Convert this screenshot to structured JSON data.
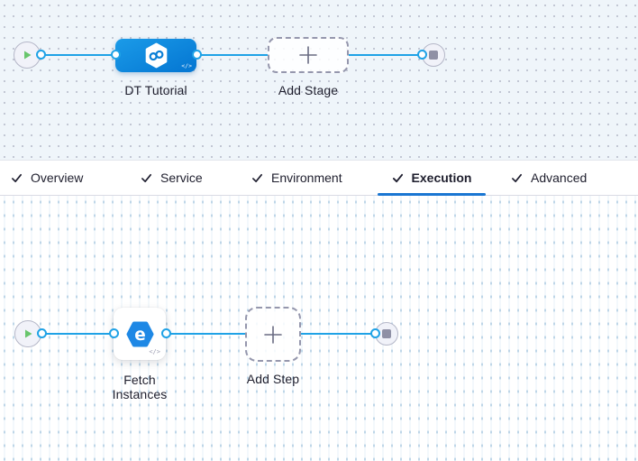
{
  "stage_graph": {
    "start_icon": "play-icon",
    "end_icon": "stop-icon",
    "stage": {
      "label": "DT Tutorial",
      "icon": "pipeline-infinity-icon",
      "code_badge": "</>"
    },
    "add_stage": {
      "label": "Add Stage",
      "icon": "plus-icon"
    }
  },
  "tabs": [
    {
      "label": "Overview",
      "checked": true,
      "active": false
    },
    {
      "label": "Service",
      "checked": true,
      "active": false
    },
    {
      "label": "Environment",
      "checked": true,
      "active": false
    },
    {
      "label": "Execution",
      "checked": true,
      "active": true
    },
    {
      "label": "Advanced",
      "checked": true,
      "active": false
    }
  ],
  "execution_graph": {
    "start_icon": "play-icon",
    "end_icon": "stop-icon",
    "step": {
      "label": "Fetch Instances",
      "icon": "fetch-instances-icon",
      "code_badge": "</>"
    },
    "add_step": {
      "label": "Add Step",
      "icon": "plus-icon"
    }
  },
  "colors": {
    "connector_blue": "#1fa2e6",
    "node_blue": "#0b84dc",
    "active_tab_blue": "#1a76d2",
    "play_green": "#68c56c",
    "canvas_top_bg": "#eff5fa",
    "canvas_bottom_bg": "#ffffff"
  }
}
